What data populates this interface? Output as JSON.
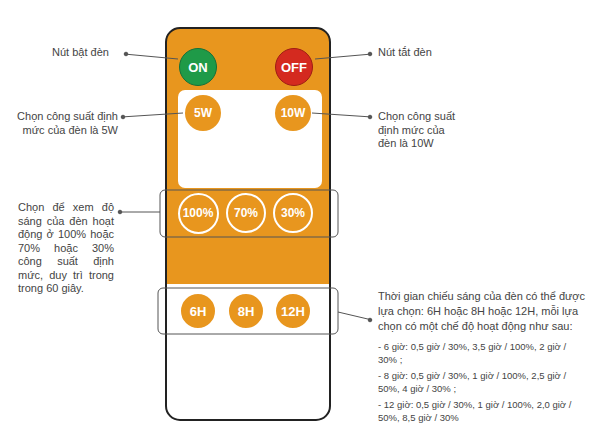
{
  "diagram": {
    "nodes": [
      {
        "text": [
          "ON"
        ]
      },
      {
        "text": [
          "OFF"
        ]
      },
      {
        "text": [
          "5W"
        ]
      },
      {
        "text": [
          "10W"
        ]
      },
      {
        "text": [
          "100%"
        ]
      },
      {
        "text": [
          "70%"
        ]
      },
      {
        "text": [
          "30%"
        ]
      },
      {
        "text": [
          "6H"
        ]
      },
      {
        "text": [
          "8H"
        ]
      },
      {
        "text": [
          "12H"
        ]
      }
    ],
    "labels": [
      "Nút bật đèn",
      "Nút tắt đèn",
      "Chọn công suất định mức của đèn là 5W",
      "Chọn công suất định mức của đèn là 10W",
      "Chọn để xem độ sáng của đèn hoạt động ở 100% hoặc 70% hoặc 30% công suất định mức, duy trì trong trong 60 giây.",
      "Thời gian chiếu sáng của đèn có thể được lựa chọn: 6H hoặc 8H hoặc 12H, mỗi lựa chọn có một chế độ hoạt động như sau:",
      "- 6 giờ: 0,5 giờ / 30%, 3,5 giờ / 100%, 2 giờ / 30% ;",
      "- 8 giờ: 0,5 giờ / 30%, 1 giờ / 100%, 2,5 giờ / 50%, 4 giờ / 30% ;",
      "- 12 giờ: 0,5 giờ / 30%, 1 giờ / 100%, 2,0 giờ / 50%, 8,5 giờ / 30%"
    ]
  }
}
